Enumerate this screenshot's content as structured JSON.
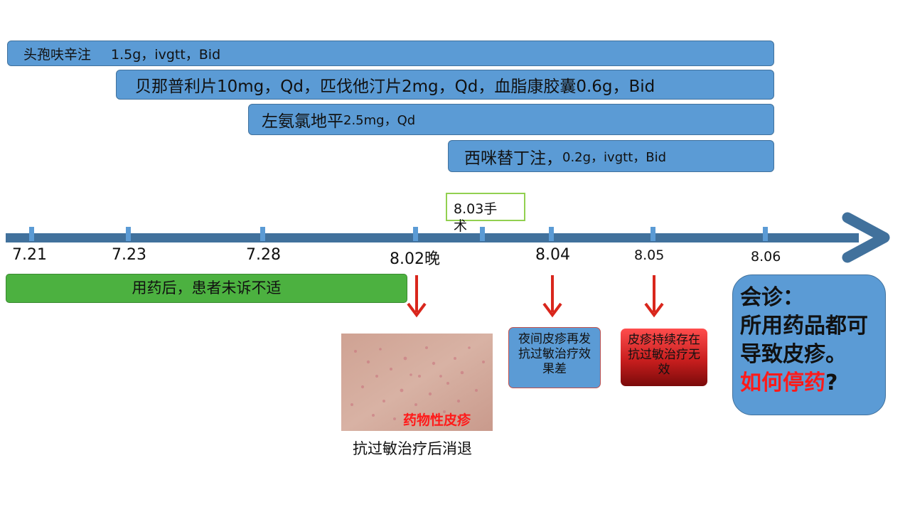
{
  "drugs": [
    {
      "name": "头孢呋辛注",
      "dose": "1.5g，ivgtt，Bid"
    },
    {
      "name": "贝那普利片10mg，Qd，匹伐他汀片2mg，Qd，血脂康胶囊0.6g，Bid"
    },
    {
      "name": "左氨氯地平",
      "dose": "2.5mg，Qd"
    },
    {
      "name": "西咪替丁注，",
      "dose": "0.2g，ivgtt，Bid"
    }
  ],
  "timeline": {
    "dates": [
      "7.21",
      "7.23",
      "7.28",
      "8.02晚",
      "8.04",
      "8.05",
      "8.06"
    ],
    "surgery_label": "8.03手术",
    "color": "#41719c"
  },
  "events": {
    "no_discomfort": "用药后，患者未诉不适",
    "rash_caption": "药物性皮疹",
    "rash_note": "抗过敏治疗后消退",
    "night_rash": "夜间皮疹再发抗过敏治疗效果差",
    "persistent_rash": "皮疹持续存在抗过敏治疗无效"
  },
  "consultation": {
    "title": "会诊：",
    "line": "所用药品都可导致皮疹。",
    "question": "如何停药",
    "question_mark": "?"
  },
  "colors": {
    "bar_blue": "#5b9bd5",
    "green": "#4cb140",
    "arrow_red": "#d9261c",
    "highlight_red": "#ff1a1a"
  }
}
